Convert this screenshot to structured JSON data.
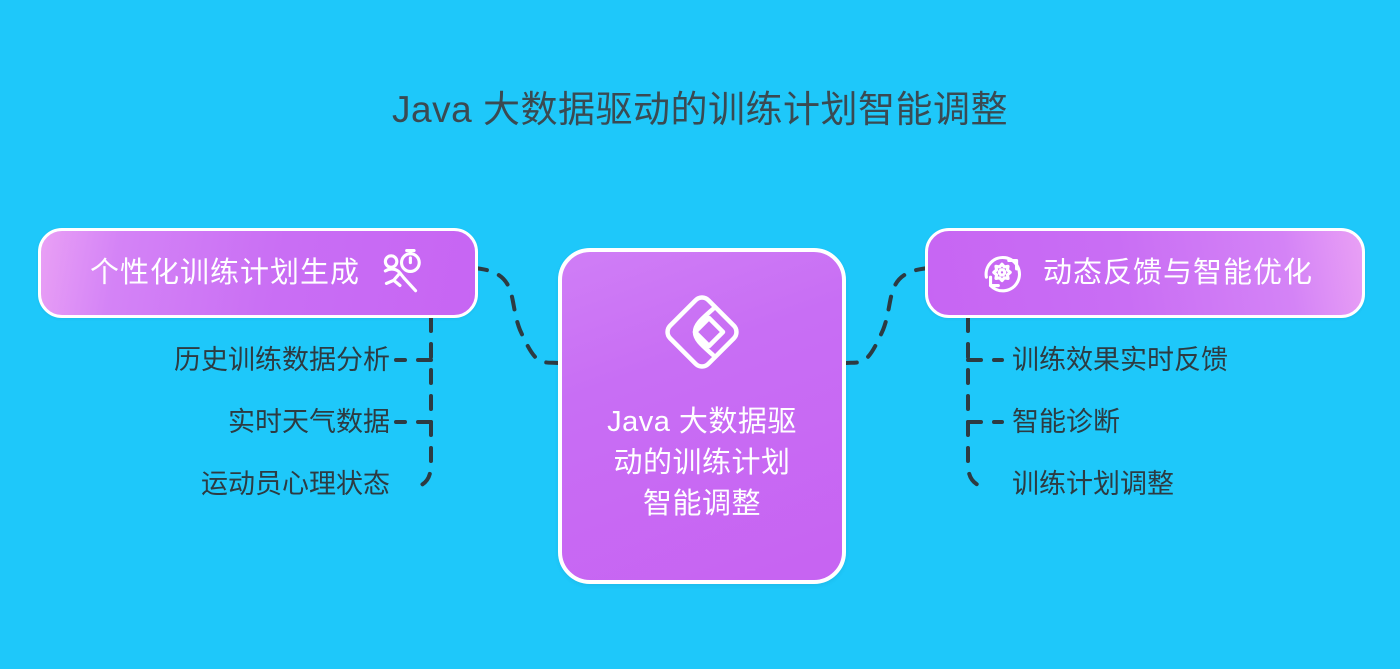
{
  "page": {
    "title": "Java 大数据驱动的训练计划智能调整",
    "background_color": "#1ec8fa",
    "accent_color": "#c86ef4",
    "text_color": "#2d3b42",
    "node_text_color": "#ffffff"
  },
  "center_node": {
    "label": "Java 大数据驱动的训练计划智能调整",
    "icon": "diamond-logo-icon"
  },
  "branches": [
    {
      "id": "left",
      "label": "个性化训练计划生成",
      "icon": "running-person-stopwatch-icon",
      "items": [
        {
          "label": "历史训练数据分析"
        },
        {
          "label": "实时天气数据"
        },
        {
          "label": "运动员心理状态"
        }
      ]
    },
    {
      "id": "right",
      "label": "动态反馈与智能优化",
      "icon": "refresh-gear-icon",
      "items": [
        {
          "label": "训练效果实时反馈"
        },
        {
          "label": "智能诊断"
        },
        {
          "label": "训练计划调整"
        }
      ]
    }
  ]
}
